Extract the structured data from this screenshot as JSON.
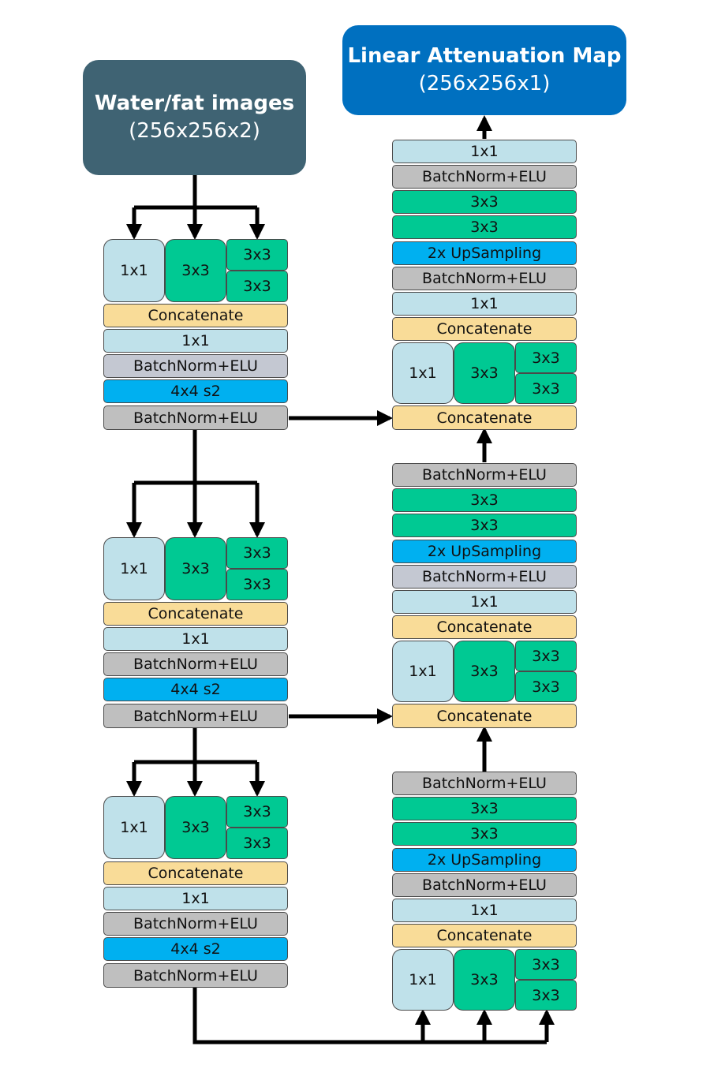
{
  "input": {
    "title": "Water/fat images",
    "shape": "(256x256x2)"
  },
  "output": {
    "title": "Linear Attenuation Map",
    "shape": "(256x256x1)"
  },
  "colors": {
    "input_box": "#3f6373",
    "output_box": "#0070c0",
    "conv1x1": "#bfe1ea",
    "conv3x3": "#00c993",
    "batchnorm": "#bfbfbf",
    "strided_conv": "#00b0f0",
    "upsampling": "#00b0f0",
    "concatenate": "#f9dc98",
    "arrows": "#000000"
  },
  "encoder": [
    {
      "inception": {
        "b1": "1x1",
        "b2": "3x3",
        "b3a": "3x3",
        "b3b": "3x3"
      },
      "concat": "Concatenate",
      "conv1": "1x1",
      "bn1": "BatchNorm+ELU",
      "down": "4x4 s2",
      "bn2": "BatchNorm+ELU"
    },
    {
      "inception": {
        "b1": "1x1",
        "b2": "3x3",
        "b3a": "3x3",
        "b3b": "3x3"
      },
      "concat": "Concatenate",
      "conv1": "1x1",
      "bn1": "BatchNorm+ELU",
      "down": "4x4 s2",
      "bn2": "BatchNorm+ELU"
    },
    {
      "inception": {
        "b1": "1x1",
        "b2": "3x3",
        "b3a": "3x3",
        "b3b": "3x3"
      },
      "concat": "Concatenate",
      "conv1": "1x1",
      "bn1": "BatchNorm+ELU",
      "down": "4x4 s2",
      "bn2": "BatchNorm+ELU"
    }
  ],
  "decoder_top": {
    "out_conv": "1x1",
    "bn_a": "BatchNorm+ELU",
    "conv_a": "3x3",
    "conv_b": "3x3",
    "up": "2x UpSampling",
    "bn_b": "BatchNorm+ELU",
    "conv1": "1x1",
    "concat_in": "Concatenate",
    "inception": {
      "b1": "1x1",
      "b2": "3x3",
      "b3a": "3x3",
      "b3b": "3x3"
    },
    "skip_concat": "Concatenate"
  },
  "decoder_mid": {
    "bn_a": "BatchNorm+ELU",
    "conv_a": "3x3",
    "conv_b": "3x3",
    "up": "2x UpSampling",
    "bn_b": "BatchNorm+ELU",
    "conv1": "1x1",
    "concat_in": "Concatenate",
    "inception": {
      "b1": "1x1",
      "b2": "3x3",
      "b3a": "3x3",
      "b3b": "3x3"
    },
    "skip_concat": "Concatenate"
  },
  "decoder_bottom": {
    "bn_a": "BatchNorm+ELU",
    "conv_a": "3x3",
    "conv_b": "3x3",
    "up": "2x UpSampling",
    "bn_b": "BatchNorm+ELU",
    "conv1": "1x1",
    "concat_in": "Concatenate",
    "inception": {
      "b1": "1x1",
      "b2": "3x3",
      "b3a": "3x3",
      "b3b": "3x3"
    }
  }
}
